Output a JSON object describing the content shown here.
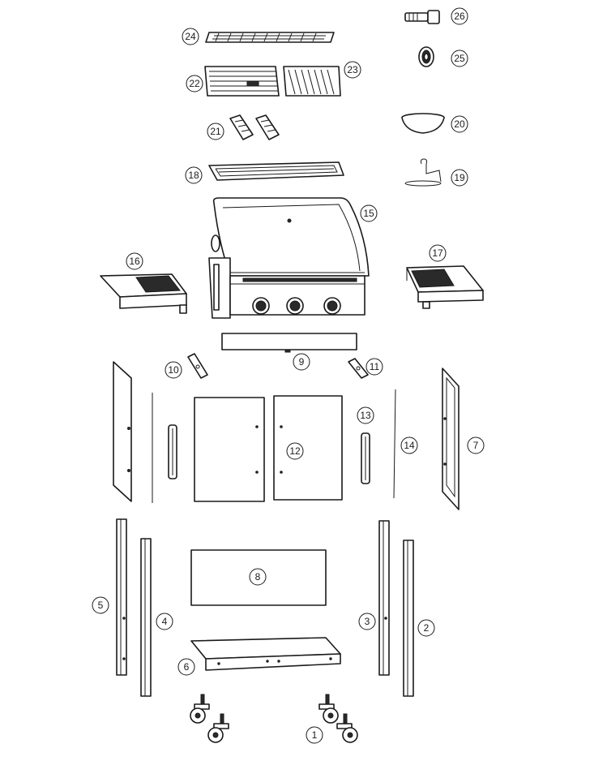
{
  "colors": {
    "line": "#1a1a1a",
    "background": "#ffffff",
    "dark_fill": "#2a2a2a"
  },
  "callouts": [
    {
      "id": "1",
      "label": "1"
    },
    {
      "id": "2",
      "label": "2"
    },
    {
      "id": "3",
      "label": "3"
    },
    {
      "id": "4",
      "label": "4"
    },
    {
      "id": "5",
      "label": "5"
    },
    {
      "id": "6",
      "label": "6"
    },
    {
      "id": "7",
      "label": "7"
    },
    {
      "id": "8",
      "label": "8"
    },
    {
      "id": "9",
      "label": "9"
    },
    {
      "id": "10",
      "label": "10"
    },
    {
      "id": "11",
      "label": "11"
    },
    {
      "id": "12",
      "label": "12"
    },
    {
      "id": "13",
      "label": "13"
    },
    {
      "id": "14",
      "label": "14"
    },
    {
      "id": "15",
      "label": "15"
    },
    {
      "id": "16",
      "label": "16"
    },
    {
      "id": "17",
      "label": "17"
    },
    {
      "id": "18",
      "label": "18"
    },
    {
      "id": "19",
      "label": "19"
    },
    {
      "id": "20",
      "label": "20"
    },
    {
      "id": "21",
      "label": "21"
    },
    {
      "id": "22",
      "label": "22"
    },
    {
      "id": "23",
      "label": "23"
    },
    {
      "id": "24",
      "label": "24"
    },
    {
      "id": "25",
      "label": "25"
    },
    {
      "id": "26",
      "label": "26"
    }
  ]
}
